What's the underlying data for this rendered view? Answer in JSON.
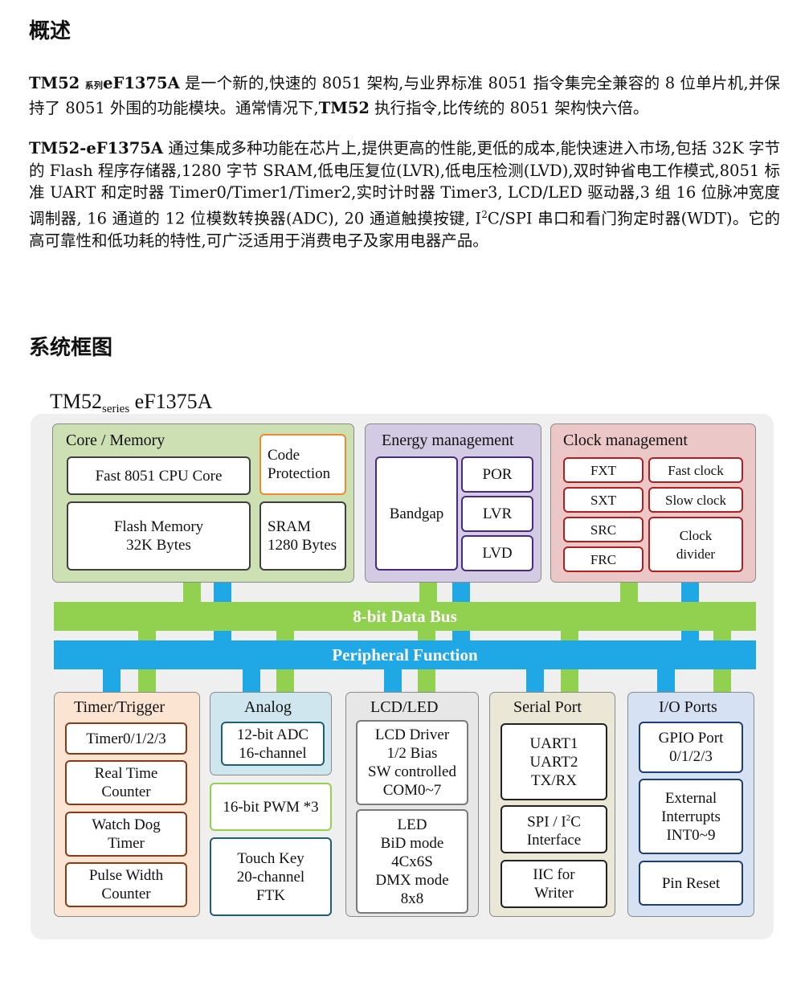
{
  "overview": {
    "heading": "概述",
    "p1": {
      "brand": "TM52",
      "series_small": "系列",
      "model": "eF1375A",
      "text_a": " 是一个新的,快速的 8051 架构,与业界标准 8051 指令集完全兼容的 8 位单片机,并保持了 8051 外围的功能模块。通常情况下,",
      "brand2": "TM52",
      "text_b": " 执行指令,比传统的 8051 架构快六倍。"
    },
    "p2": {
      "model_full": "TM52-eF1375A",
      "text_a": " 通过集成多种功能在芯片上,提供更高的性能,更低的成本,能快速进入市场,包括 32K 字节的 Flash 程序存储器,1280 字节 SRAM,低电压复位(LVR),低电压检测(LVD),双时钟省电工作模式,8051 标准 UART 和定时器 Timer0/Timer1/Timer2,实时计时器 Timer3, LCD/LED 驱动器,3 组 16 位脉冲宽度调制器, 16 通道的 12 位模数转换器(ADC), 20 通道触摸按键, I",
      "sup2": "2",
      "text_b": "C/SPI 串口和看门狗定时器(WDT)。它的高可靠性和低功耗的特性,可广泛适用于消费电子及家用电器产品。"
    }
  },
  "block_diagram": {
    "heading": "系统框图",
    "title_main": "TM52",
    "title_sub": "series",
    "title_model": " eF1375A",
    "data_bus": "8-bit Data Bus",
    "peripheral_bus": "Peripheral Function",
    "core": {
      "title": "Core / Memory",
      "cpu": "Fast 8051 CPU Core",
      "code_protection": "Code\nProtection",
      "flash": "Flash Memory\n32K Bytes",
      "sram": "SRAM\n1280 Bytes"
    },
    "energy": {
      "title": "Energy management",
      "bandgap": "Bandgap",
      "por": "POR",
      "lvr": "LVR",
      "lvd": "LVD"
    },
    "clock": {
      "title": "Clock management",
      "fxt": "FXT",
      "sxt": "SXT",
      "src": "SRC",
      "frc": "FRC",
      "fast_clock": "Fast clock",
      "slow_clock": "Slow clock",
      "clock_divider": "Clock\ndivider"
    },
    "timer": {
      "title": "Timer/Trigger",
      "timers": "Timer0/1/2/3",
      "rtc": "Real Time\nCounter",
      "wdt": "Watch Dog\nTimer",
      "pwc": "Pulse Width\nCounter"
    },
    "analog": {
      "title": "Analog",
      "adc": "12-bit ADC\n16-channel",
      "pwm": "16-bit PWM *3",
      "touch": "Touch Key\n20-channel\nFTK"
    },
    "lcd": {
      "title": "LCD/LED",
      "lcd_driver": "LCD Driver\n1/2 Bias\nSW controlled\nCOM0~7",
      "led": "LED\nBiD mode\n4Cx6S\nDMX mode\n8x8"
    },
    "serial": {
      "title": "Serial Port",
      "uart": "UART1\nUART2\nTX/RX",
      "spi_a": "SPI / I",
      "spi_sup": "2",
      "spi_b": "C",
      "spi_c": "Interface",
      "iic": "IIC for\nWriter"
    },
    "io": {
      "title": "I/O Ports",
      "gpio": "GPIO Port\n0/1/2/3",
      "ext_int": "External\nInterrupts\nINT0~9",
      "pin_reset": "Pin Reset"
    },
    "colors": {
      "bus_green": "#92d050",
      "bus_blue": "#1fa7e6",
      "core_bg": "#cde0b4",
      "energy_bg": "#d3cae3",
      "clock_bg": "#ecc7c7",
      "timer_bg": "#fbe4d2",
      "analog_bg": "#cfe6ee",
      "lcd_bg": "#e7e7e7",
      "serial_bg": "#eae7d7",
      "io_bg": "#d6e2f4"
    }
  }
}
